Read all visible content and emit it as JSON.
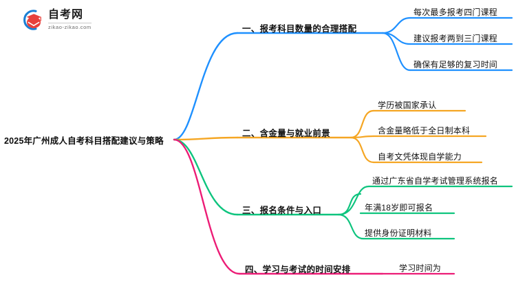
{
  "logo": {
    "name": "zikao-logo",
    "title": "自考网",
    "subtitle": "zikao-zikao.com",
    "arc_color": "#1a7fd4",
    "cap_color": "#e8413c"
  },
  "mindmap": {
    "root": {
      "text": "2025年广州成人自考科目搭配建议与策略"
    },
    "branches": [
      {
        "index": "1",
        "label": "一、报考科目数量的合理搭配",
        "color": "#1e90ff",
        "leaves": [
          "每次最多报考四门课程",
          "建议报考两到三门课程",
          "确保有足够的复习时间"
        ]
      },
      {
        "index": "2",
        "label": "二、含金量与就业前景",
        "color": "#f5a623",
        "leaves": [
          "学历被国家承认",
          "含金量略低于全日制本科",
          "自考文凭体现自学能力"
        ]
      },
      {
        "index": "3",
        "label": "三、报名条件与入口",
        "color": "#0ec47e",
        "leaves": [
          "通过广东省自学考试管理系统报名",
          "年满18岁即可报名",
          "提供身份证明材料"
        ]
      },
      {
        "index": "4",
        "label": "四、学习与考试的时间安排",
        "color": "#ec1c76",
        "leaves": [
          "学习时间为"
        ]
      }
    ]
  }
}
